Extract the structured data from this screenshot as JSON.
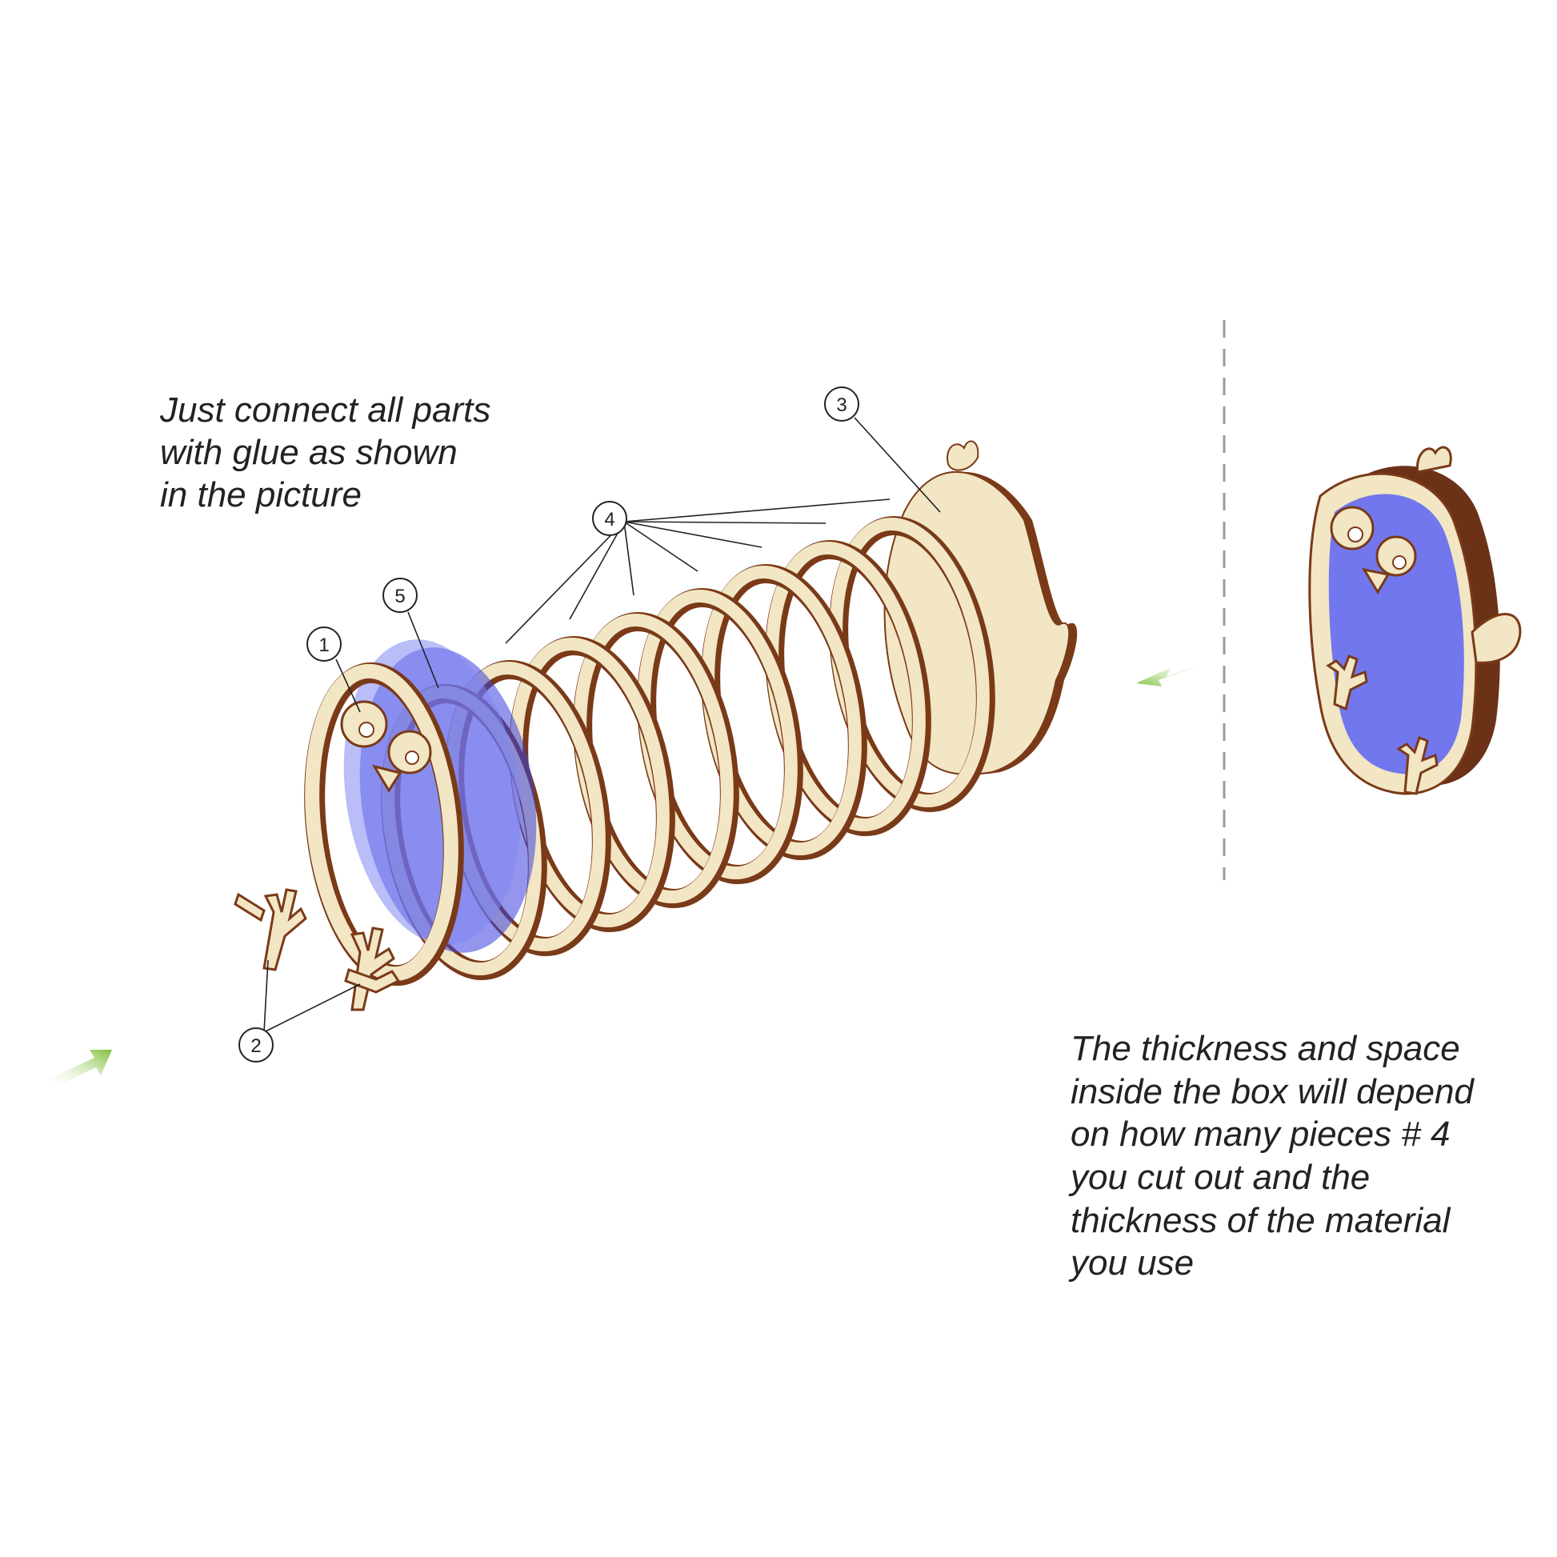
{
  "instructions": {
    "assembly_lines": [
      "Just connect all parts",
      "with glue as shown",
      "in the picture"
    ],
    "thickness_lines": [
      "The thickness and space",
      "inside the box will depend",
      "on how many pieces # 4",
      "you cut out and the",
      "thickness of the material",
      "you use"
    ]
  },
  "callouts": [
    {
      "number": "1",
      "part": "front face with eyes"
    },
    {
      "number": "2",
      "part": "feet"
    },
    {
      "number": "3",
      "part": "back panel"
    },
    {
      "number": "4",
      "part": "ring frames"
    },
    {
      "number": "5",
      "part": "blue transparent insert"
    }
  ],
  "colors": {
    "wood_face": "#f2e6c4",
    "wood_edge": "#7a3a18",
    "acrylic": "#6f74f0",
    "arrow": "#8cc63f",
    "divider": "#9a9a9a",
    "leader": "#222222"
  },
  "icons": [
    "arrow-in-icon",
    "arrow-left-icon",
    "eye-icon",
    "beak-icon",
    "foot-icon"
  ]
}
